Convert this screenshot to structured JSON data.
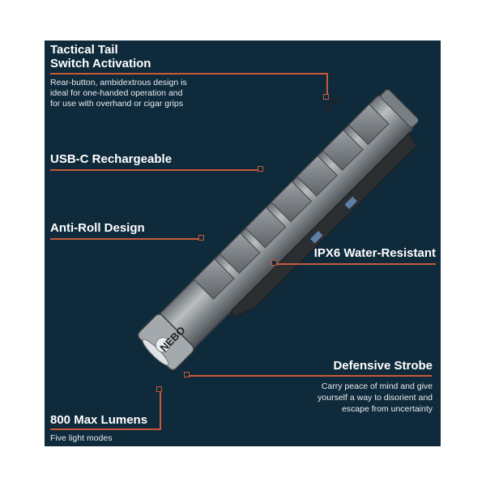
{
  "features": {
    "tail_switch": {
      "title_line1": "Tactical Tail",
      "title_line2": "Switch Activation",
      "desc_line1": "Rear-button, ambidextrous design is",
      "desc_line2": "ideal for one-handed operation and",
      "desc_line3": "for use with overhand or cigar grips"
    },
    "usb_c": {
      "title": "USB-C Rechargeable"
    },
    "anti_roll": {
      "title": "Anti-Roll Design"
    },
    "ipx6": {
      "title": "IPX6 Water-Resistant"
    },
    "strobe": {
      "title": "Defensive Strobe",
      "desc_line1": "Carry peace of mind and give",
      "desc_line2": "yourself a way to disorient and",
      "desc_line3": "escape from uncertainty"
    },
    "lumens": {
      "title": "800 Max Lumens",
      "desc": "Five light modes"
    }
  },
  "product": {
    "brand_mark": "NEBO",
    "model_mark": "IPX6"
  },
  "colors": {
    "background": "#0f2a3a",
    "accent_line": "#c85a3a",
    "text": "#ffffff"
  }
}
